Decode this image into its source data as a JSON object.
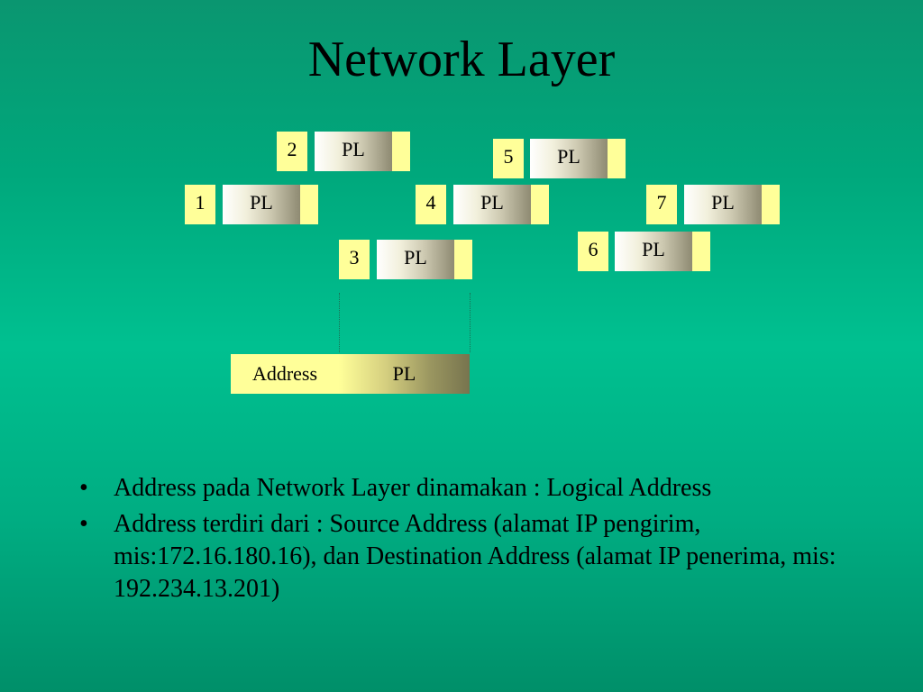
{
  "slide": {
    "title": "Network Layer",
    "bullet_symbol": "•"
  },
  "diagram": {
    "packets": [
      {
        "number": "1",
        "payload": "PL"
      },
      {
        "number": "2",
        "payload": "PL"
      },
      {
        "number": "3",
        "payload": "PL"
      },
      {
        "number": "4",
        "payload": "PL"
      },
      {
        "number": "5",
        "payload": "PL"
      },
      {
        "number": "6",
        "payload": "PL"
      },
      {
        "number": "7",
        "payload": "PL"
      }
    ],
    "addressed_packet": {
      "address_label": "Address",
      "payload": "PL"
    }
  },
  "bullets": [
    "Address pada Network Layer dinamakan : Logical Address",
    "Address terdiri dari : Source Address (alamat IP pengirim, mis:172.16.180.16), dan Destination Address (alamat IP penerima, mis: 192.234.13.201)"
  ],
  "colors": {
    "background": "#00b488",
    "number_box": "#ffff99",
    "payload_box": "#cfcbb3"
  }
}
